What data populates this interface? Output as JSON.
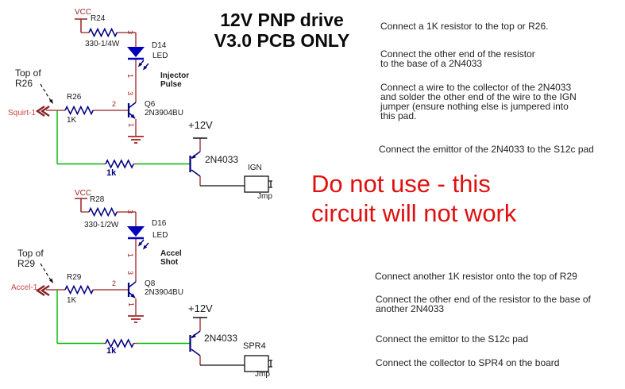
{
  "colors": {
    "wire_red": "#992222",
    "wire_green": "#00b800",
    "symbol_navy": "#000080",
    "led_blue": "#0000bb",
    "warning_red": "#e01010",
    "io_label_red": "#cc4444"
  },
  "title": {
    "text": "12V PNP drive\nV3.0 PCB ONLY"
  },
  "warning": {
    "text": "Do not use - this\ncircuit will not work"
  },
  "instructions_top": [
    "Connect a 1K resistor to the top or R26.",
    "Connect the other end of the resistor\nto the base of a 2N4033",
    "Connect a wire to the collector of the 2N4033\nand solder the other end of the wire to the IGN\njumper (ensure nothing else is jumpered into\nthis pad.",
    "Connect the emittor of the 2N4033 to the S12c pad"
  ],
  "instructions_bottom": [
    "Connect another 1K resistor onto the top of R29",
    "Connect the other end of the resistor to the base of\nanother 2N4033",
    "Connect the emittor to the S12c pad",
    "Connect the collector to SPR4 on the board"
  ],
  "circuit_top": {
    "power_label": "VCC",
    "pullup_ref": "R24",
    "pullup_value": "330-1/4W",
    "led_ref": "D14",
    "led_type": "LED",
    "signal_name": "Injector\nPulse",
    "annotation": "Top of\nR26",
    "input_label": "Squirt-1",
    "base_resistor_ref": "R26",
    "base_resistor_value": "1K",
    "npn_ref": "Q6",
    "npn_part": "2N3904BU",
    "drive_resistor_value": "1k",
    "supply_label": "+12V",
    "pnp_part": "2N4033",
    "jumper_name": "IGN",
    "jumper_sub": "Jmp",
    "pins": {
      "rail": "3",
      "led_cathode": "1",
      "collector": "3",
      "base": "2",
      "emitter": "1"
    }
  },
  "circuit_bottom": {
    "power_label": "VCC",
    "pullup_ref": "R28",
    "pullup_value": "330-1/2W",
    "led_ref": "D16",
    "led_type": "LED",
    "signal_name": "Accel\nShot",
    "annotation": "Top of\nR29",
    "input_label": "Accel-1",
    "base_resistor_ref": "R29",
    "base_resistor_value": "1K",
    "npn_ref": "Q8",
    "npn_part": "2N3904BU",
    "drive_resistor_value": "1k",
    "supply_label": "+12V",
    "pnp_part": "2N4033",
    "jumper_name": "SPR4",
    "jumper_sub": "Jmp",
    "pins": {
      "rail": "3",
      "led_cathode": "1",
      "collector": "3",
      "base": "2",
      "emitter": "1"
    }
  }
}
